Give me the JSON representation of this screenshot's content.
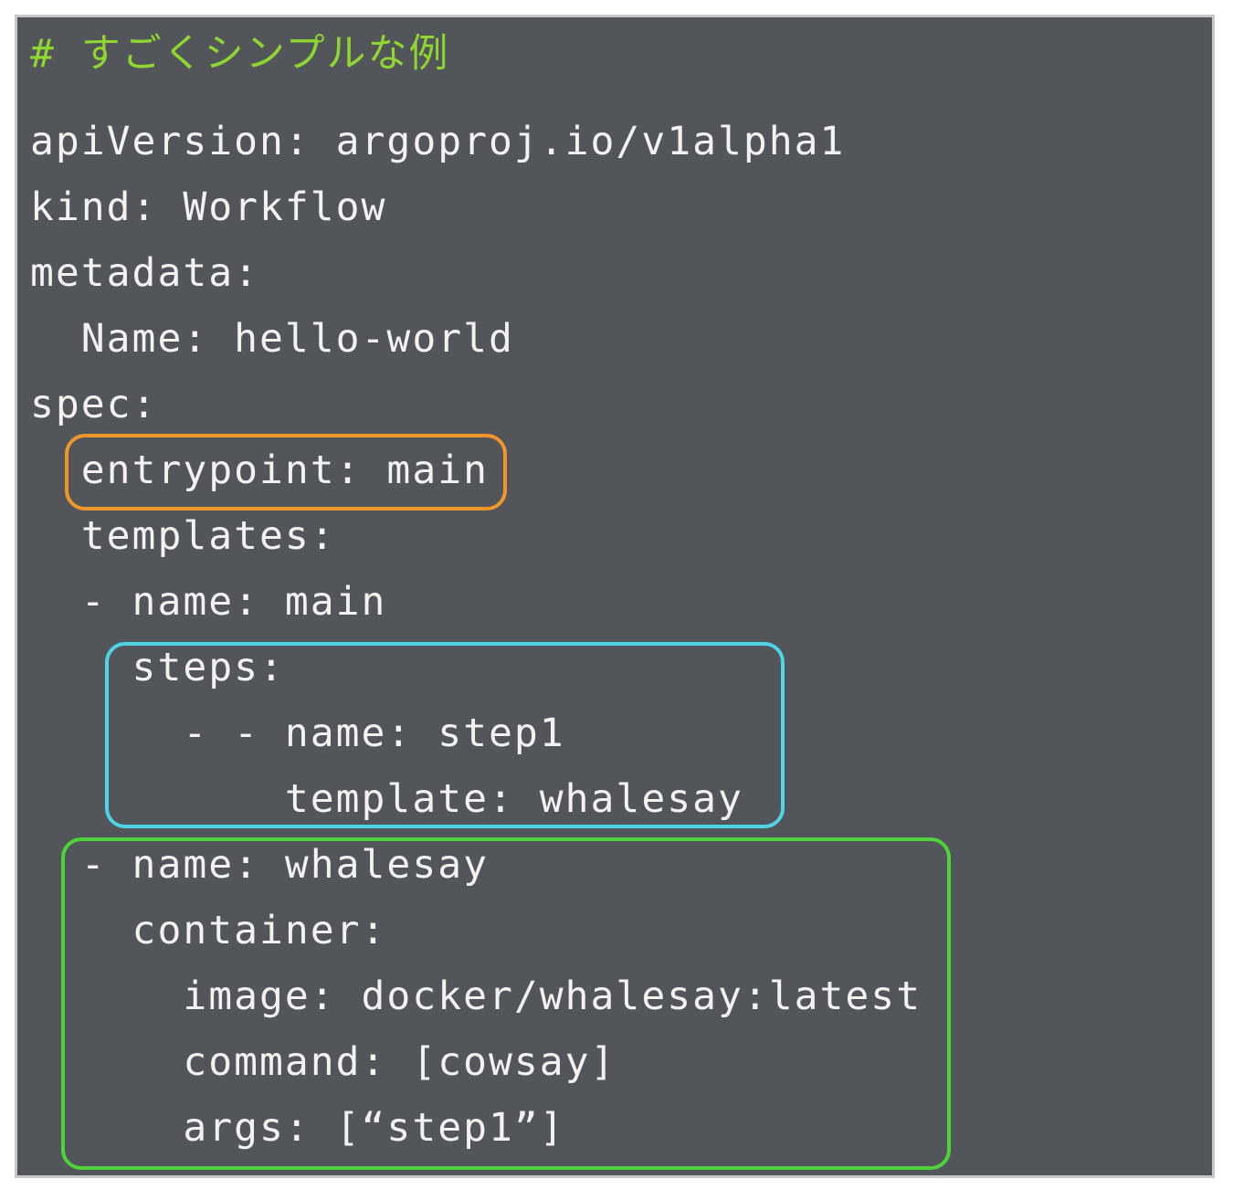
{
  "code": {
    "comment": "# すごくシンプルな例",
    "lines": [
      "apiVersion: argoproj.io/v1alpha1",
      "kind: Workflow",
      "metadata:",
      "  Name: hello-world",
      "spec:",
      "  entrypoint: main",
      "  templates:",
      "  - name: main",
      "    steps:",
      "      - - name: step1",
      "          template: whalesay",
      "  - name: whalesay",
      "    container:",
      "      image: docker/whalesay:latest",
      "      command: [cowsay]",
      "      args: [“step1”]"
    ]
  },
  "colors": {
    "background": "#52555a",
    "text": "#f2f2f2",
    "comment": "#8fd630",
    "highlight_orange": "#f0962a",
    "highlight_cyan": "#4fd3e6",
    "highlight_green": "#4ed43a"
  }
}
